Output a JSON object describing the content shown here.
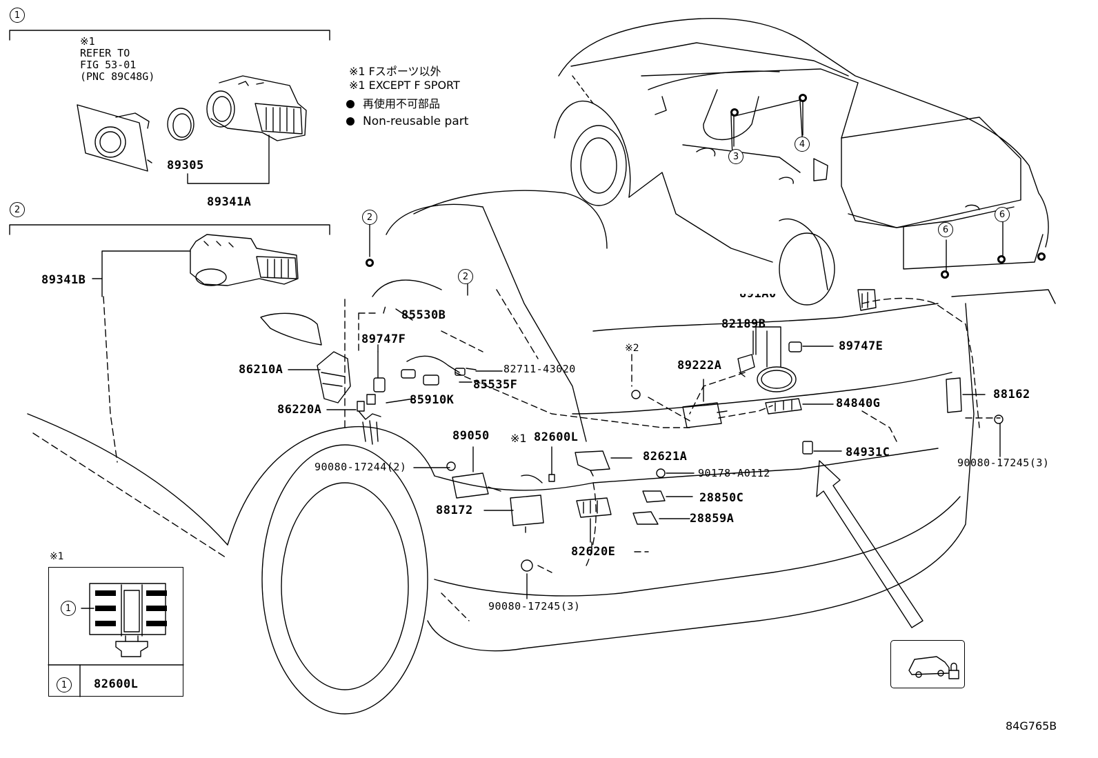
{
  "diagram_id": "84G765B",
  "section_markers": [
    "1",
    "2"
  ],
  "notes": {
    "ref_star": "※1",
    "refer_line1": "REFER TO",
    "refer_line2": "FIG 53-01",
    "refer_line3": "(PNC 89C48G)",
    "star1_jp": "※1 Fスポーツ以外",
    "star1_en": "※1 EXCEPT F SPORT",
    "nonreuse_jp": "再使用不可部品",
    "nonreuse_en": "Non-reusable part",
    "star2": "※2",
    "star1_inline": "※1",
    "legend_star": "※1"
  },
  "parts": {
    "p89305": "89305",
    "p89341A": "89341A",
    "p89341B": "89341B",
    "p85530B": "85530B",
    "p89747F": "89747F",
    "p86210A": "86210A",
    "p82711": "82711-43020",
    "p85535F": "85535F",
    "p86220A": "86220A",
    "p85910K": "85910K",
    "p89050": "89050",
    "p82600L": "82600L",
    "p90080_17244": "90080-17244(2)",
    "p88172": "88172",
    "p90080_17245a": "90080-17245(3)",
    "p82621A": "82621A",
    "p90178": "90178-A0112",
    "p28850C": "28850C",
    "p28859A": "28859A",
    "p82620E": "82620E",
    "p89222A": "89222A",
    "p82189B": "82189B",
    "p891A0": "891A0",
    "p89747E": "89747E",
    "p84840G": "84840G",
    "p84931C": "84931C",
    "p88162": "88162",
    "p90080_17245b": "90080-17245(3)"
  },
  "callouts": {
    "c2a": "2",
    "c2b": "2",
    "c3": "3",
    "c4": "4",
    "c6a": "6",
    "c6b": "6"
  },
  "legend": {
    "marker": "1",
    "part": "82600L"
  }
}
